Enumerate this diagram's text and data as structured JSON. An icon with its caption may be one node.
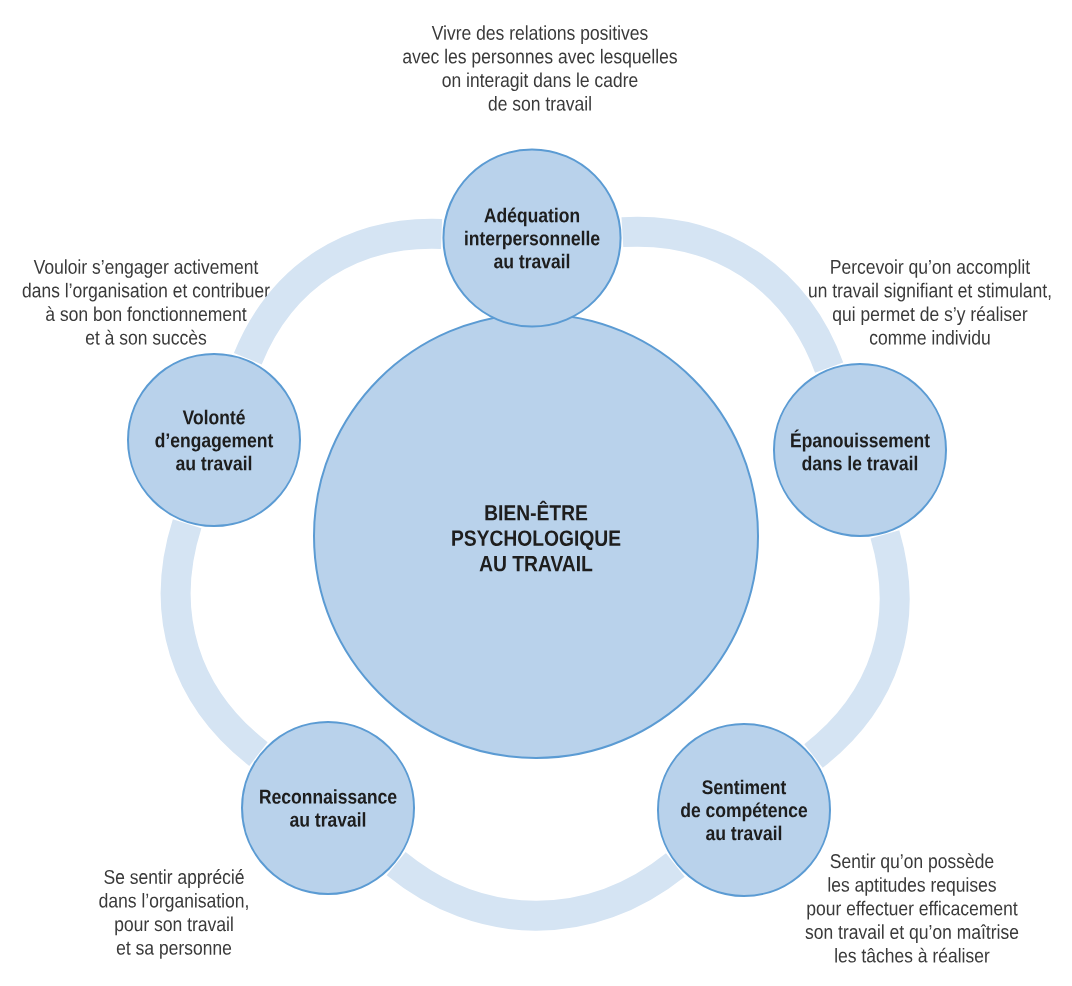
{
  "diagram": {
    "nodes": [
      {
        "text": [
          "BIEN-ÊTRE PSYCHOLOGIQUE AU TRAVAIL"
        ]
      },
      {
        "text": [
          "Adéquation interpersonnelle au travail"
        ],
        "beside": [
          "Vivre des relations positives avec les personnes avec lesquelles on interagit dans le cadre de son travail"
        ]
      },
      {
        "text": [
          "Épanouissement dans le travail"
        ],
        "beside": [
          "Percevoir qu’on accomplit un travail signifiant et stimulant, qui permet de s’y réaliser comme individu"
        ]
      },
      {
        "text": [
          "Sentiment de compétence au travail"
        ],
        "beside": [
          "Sentir qu’on possède les aptitudes requises pour effectuer efficacement son travail et qu’on maîtrise les tâches à réaliser"
        ]
      },
      {
        "text": [
          "Reconnaissance au travail"
        ],
        "beside": [
          "Se sentir apprécié dans l’organisation, pour son travail et sa personne"
        ]
      },
      {
        "text": [
          "Volonté d’engagement au travail"
        ],
        "beside": [
          "Vouloir s’engager activement dans l’organisation et contribuer à son bon fonctionnement et à son succès"
        ]
      }
    ],
    "edges": [
      {
        "from": 1,
        "to": 2,
        "arrow": "none"
      },
      {
        "from": 2,
        "to": 3,
        "arrow": "none"
      },
      {
        "from": 3,
        "to": 4,
        "arrow": "none"
      },
      {
        "from": 4,
        "to": 5,
        "arrow": "none"
      },
      {
        "from": 5,
        "to": 1,
        "arrow": "none"
      }
    ]
  }
}
